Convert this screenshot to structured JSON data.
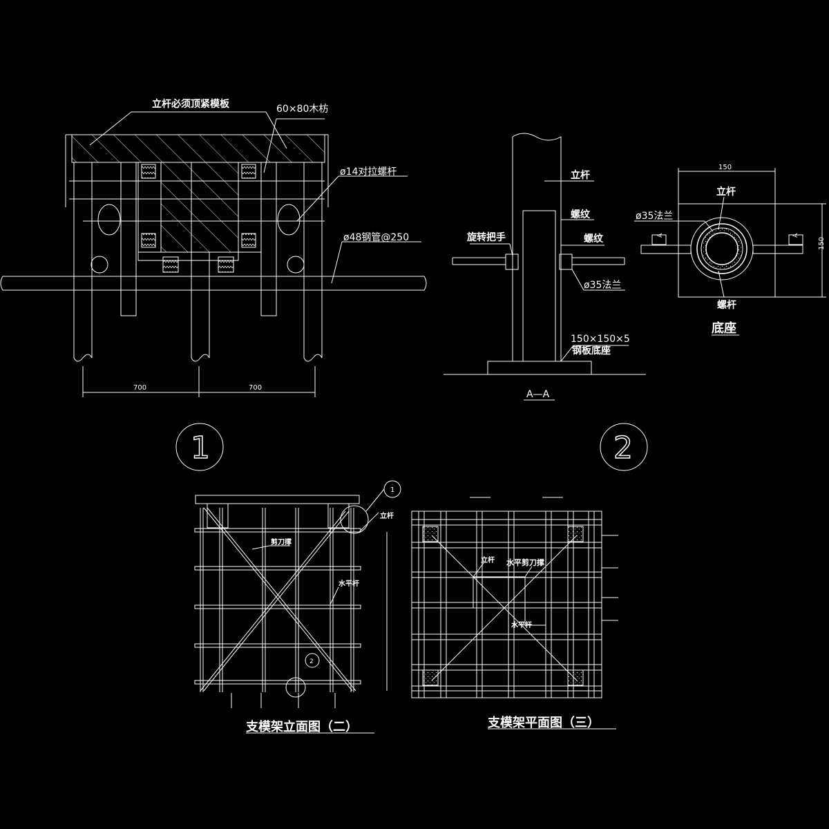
{
  "detail1": {
    "label_top": "立杆必须顶紧模板",
    "label_timber": "60×80木枋",
    "label_bolt": "ø14对拉螺杆",
    "label_pipe": "ø48钢管@250",
    "dim_left": "700",
    "dim_right": "700",
    "marker": "1"
  },
  "detail2": {
    "label_pole": "立杆",
    "label_thread1": "螺纹",
    "label_thread2": "螺纹",
    "label_handle": "旋转把手",
    "label_flange": "ø35法兰",
    "label_plate_size": "150×150×5",
    "label_plate": "钢板底座",
    "section_title": "A—A",
    "marker": "2"
  },
  "base": {
    "dim_width": "150",
    "dim_height": "150",
    "label_pole": "立杆",
    "label_flange": "ø35法兰",
    "label_bolt": "螺杆",
    "section_left": "A",
    "section_right": "A",
    "title": "底座"
  },
  "elevation": {
    "label_pole": "立杆",
    "label_brace": "剪刀撑",
    "label_horizontal": "水平杆",
    "ref_marker": "1",
    "ref_marker2": "2",
    "title": "支模架立面图（二）"
  },
  "plan": {
    "label_pole": "立杆",
    "label_hbrace": "水平剪刀撑",
    "label_horizontal": "水平杆",
    "title": "支模架平面图（三）"
  }
}
